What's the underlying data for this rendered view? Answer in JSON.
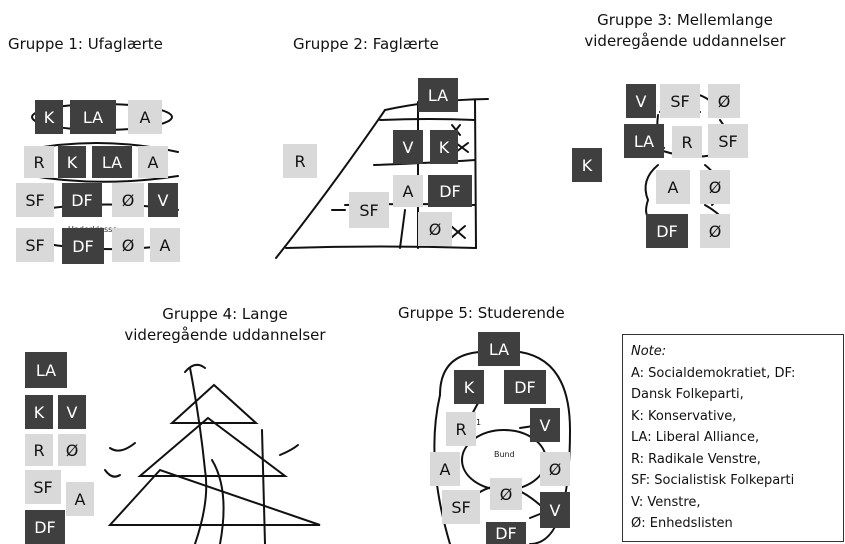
{
  "titles": {
    "g1": "Gruppe 1: Ufaglærte",
    "g2": "Gruppe 2: Faglærte",
    "g3_line1": "Gruppe 3: Mellemlange",
    "g3_line2": "videregående uddannelser",
    "g4_line1": "Gruppe 4: Lange",
    "g4_line2": "videregående uddannelser",
    "g5": "Gruppe 5: Studerende"
  },
  "inner_labels": {
    "underklasse": "Underklasse",
    "bund": "Bund",
    "one": "1"
  },
  "party_codes": [
    "K",
    "LA",
    "A",
    "R",
    "SF",
    "DF",
    "Ø",
    "V"
  ],
  "colors": {
    "dark_tile": "#3f3f3f",
    "light_tile": "#d9d9d9"
  },
  "note": {
    "heading": "Note:",
    "lines": [
      "A: Socialdemokratiet, DF:",
      "Dansk Folkeparti,",
      "K: Konservative,",
      "LA: Liberal Alliance,",
      "R: Radikale Venstre,",
      "SF: Socialistisk Folkeparti",
      "V: Venstre,",
      "Ø: Enhedslisten"
    ]
  }
}
